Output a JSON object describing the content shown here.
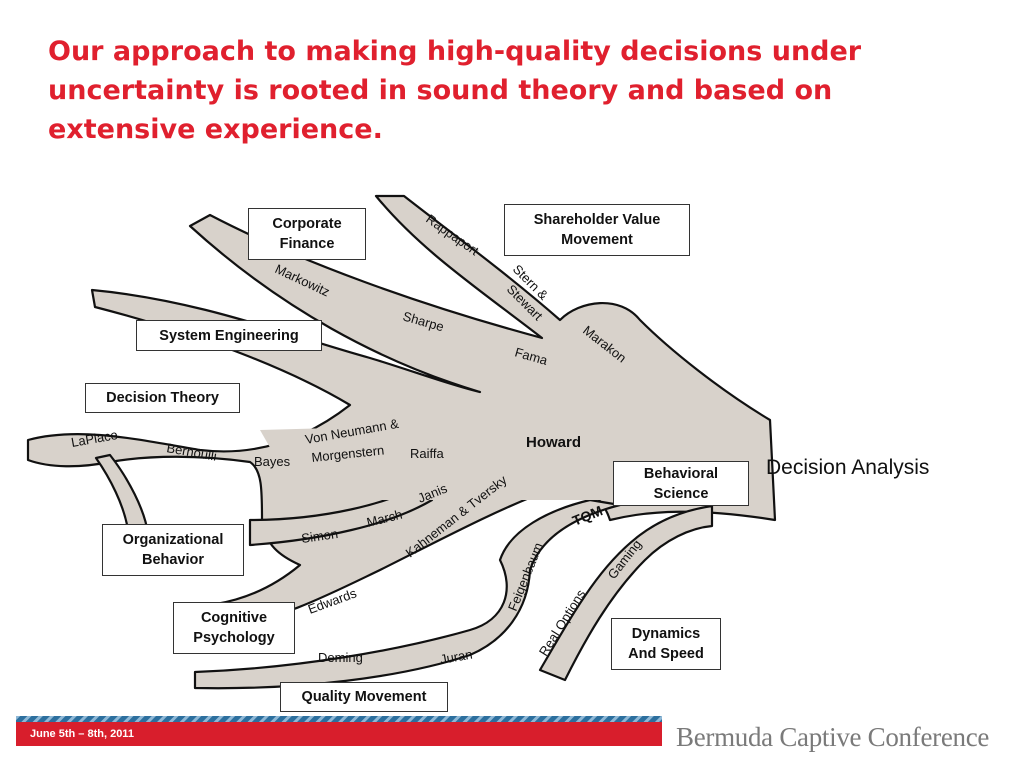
{
  "slide": {
    "title": "Our approach to making high-quality decisions under uncertainty is rooted in sound theory and based on extensive experience."
  },
  "boxes": {
    "corporate_finance": "Corporate\nFinance",
    "shareholder_value": "Shareholder Value\nMovement",
    "system_engineering": "System Engineering",
    "decision_theory": "Decision Theory",
    "behavioral_science": "Behavioral\nScience",
    "organizational_behavior": "Organizational\nBehavior",
    "cognitive_psychology": "Cognitive\nPsychology",
    "dynamics_speed": "Dynamics\nAnd Speed",
    "quality_movement": "Quality Movement"
  },
  "labels": {
    "decision_analysis": "Decision Analysis",
    "howard": "Howard",
    "tqm": "TQM"
  },
  "names": {
    "rappaport": "Rappaport",
    "stern": "Stern &",
    "stewart": "Stewart",
    "markowitz": "Markowitz",
    "sharpe": "Sharpe",
    "fama": "Fama",
    "marakon": "Marakon",
    "laplace": "LaPlace",
    "bernoulli": "Bernoulli",
    "bayes": "Bayes",
    "von_neumann": "Von Neumann &",
    "morgenstern": "Morgenstern",
    "raiffa": "Raiffa",
    "janis": "Janis",
    "kahneman": "Kahneman & Tversky",
    "simon": "Simon",
    "march": "March",
    "edwards": "Edwards",
    "feigenbaum": "Feigenbaum",
    "gaming": "Gaming",
    "real_options": "Real Options",
    "deming": "Deming",
    "juran": "Juran"
  },
  "footer": {
    "date": "June 5th – 8th, 2011",
    "brand": "Bermuda Captive Conference"
  },
  "colors": {
    "title_red": "#e0202e",
    "stream_fill": "#d8d2cb",
    "footer_red": "#d81e2c",
    "footer_blue": "#2c6f9e"
  }
}
